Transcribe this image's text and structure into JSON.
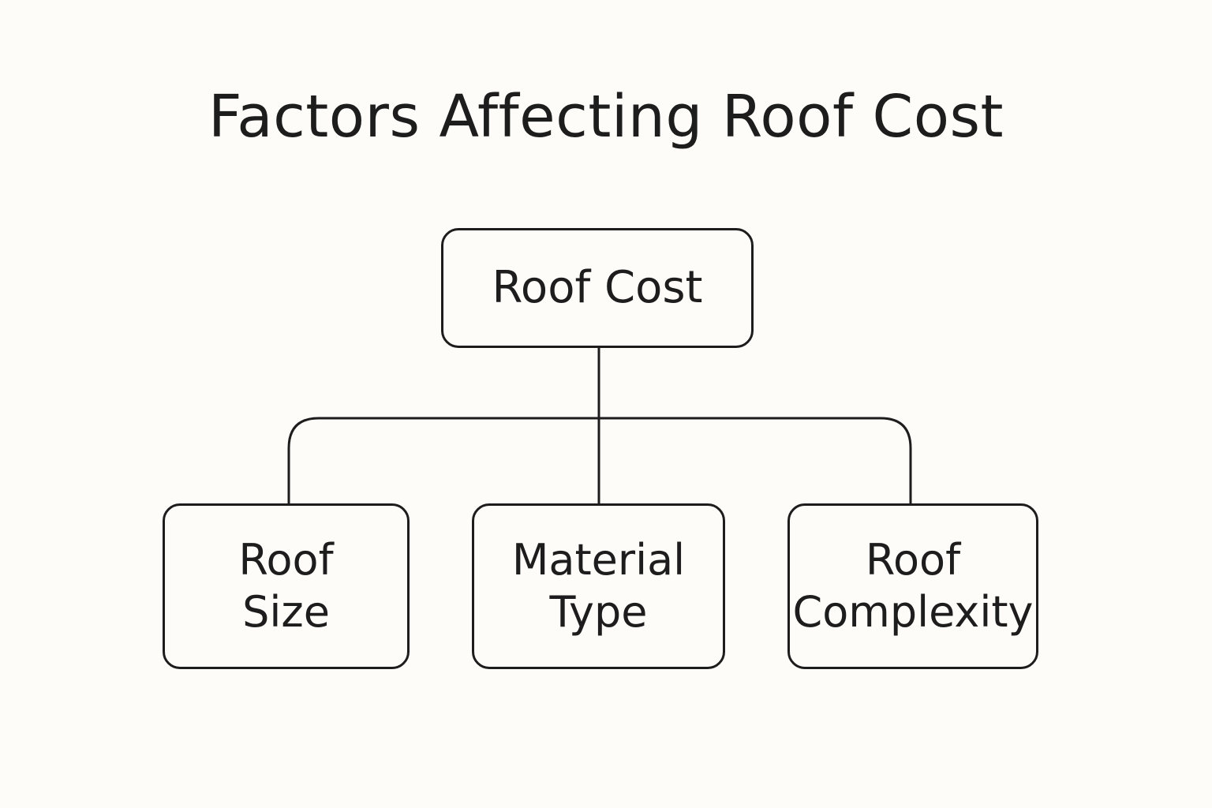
{
  "diagram": {
    "title": "Factors Affecting Roof Cost",
    "root": {
      "label": "Roof Cost"
    },
    "children": [
      {
        "label": "Roof\nSize"
      },
      {
        "label": "Material\nType"
      },
      {
        "label": "Roof\nComplexity"
      }
    ]
  },
  "colors": {
    "background": "#fdfcf8",
    "stroke": "#1d1d1d",
    "text": "#1d1d1d"
  }
}
